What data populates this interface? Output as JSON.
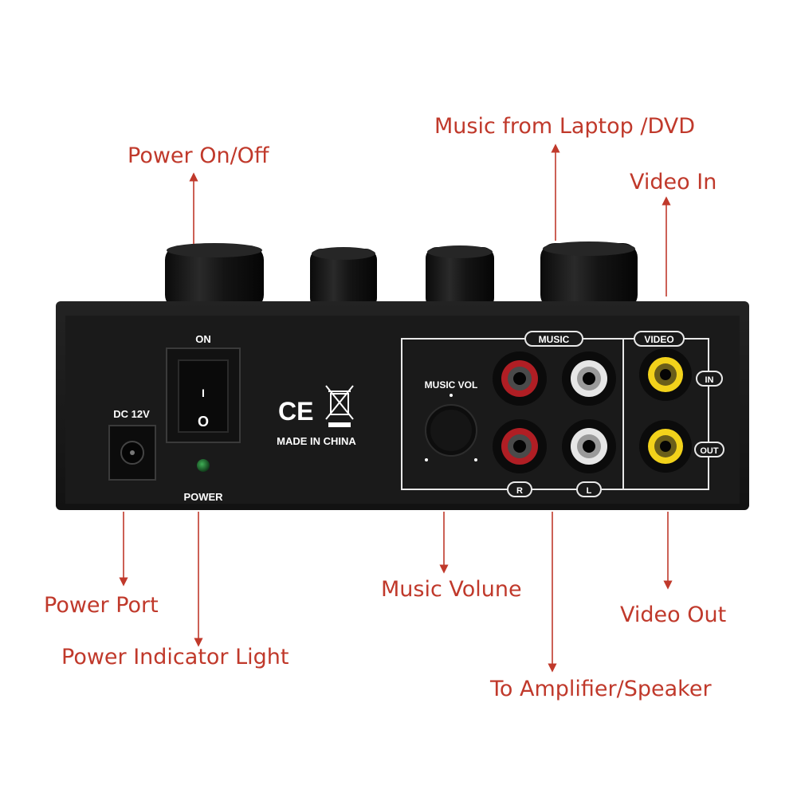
{
  "colors": {
    "callout_text": "#c0392b",
    "arrow": "#c0392b",
    "device_body": "#1b1b1b",
    "panel_line": "#e8e8e8",
    "led": "#1f6b2f",
    "rca_red": "#b01e24",
    "rca_white": "#e6e6e6",
    "rca_yellow": "#f2d21b"
  },
  "callouts": {
    "power_on_off": "Power On/Off",
    "music_from_laptop": "Music from Laptop /DVD",
    "video_in": "Video In",
    "power_port": "Power Port",
    "power_indicator": "Power Indicator Light",
    "music_volume": "Music Volune",
    "video_out": "Video Out",
    "to_amplifier": "To Amplifier/Speaker"
  },
  "panel_labels": {
    "on": "ON",
    "dc": "DC 12V",
    "power": "POWER",
    "ce": "CE",
    "made_in": "MADE IN CHINA",
    "music_vol": "MUSIC VOL",
    "music": "MUSIC",
    "video": "VIDEO",
    "in": "IN",
    "out": "OUT",
    "r": "R",
    "l": "L",
    "switch_on_mark": "I",
    "switch_off_mark": "O"
  },
  "icons": {
    "weee": "crossed-out-bin-icon"
  }
}
